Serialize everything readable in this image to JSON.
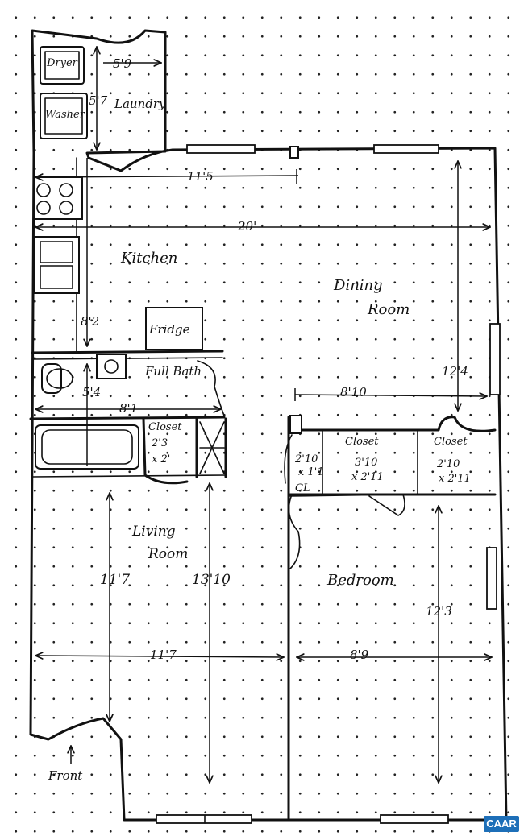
{
  "rooms": {
    "laundry": "Laundry",
    "dryer": "Dryer",
    "washer": "Washer",
    "kitchen": "Kitchen",
    "fridge": "Fridge",
    "dining_line1": "Dining",
    "dining_line2": "Room",
    "full_bath": "Full Bath",
    "living_line1": "Living",
    "living_line2": "Room",
    "bedroom": "Bedroom",
    "front": "Front"
  },
  "closets": {
    "hall_title": "Closet",
    "hall_dim1": "2'3",
    "hall_dim2": "x 2'",
    "small_dim1": "2'10",
    "small_dim2": "x 1'1",
    "small_code": "CL",
    "middle_title": "Closet",
    "middle_dim1": "3'10",
    "middle_dim2": "x 2'11",
    "right_title": "Closet",
    "right_dim1": "2'10",
    "right_dim2": "x 2'11"
  },
  "dimensions": {
    "laundry_width": "5'9",
    "laundry_depth": "5'7",
    "kitchen_width": "11'5",
    "overall_width": "20'",
    "kitchen_depth": "8'2",
    "bath_depth": "5'4",
    "bath_width": "8'1",
    "dining_width": "8'10",
    "dining_depth": "12'4",
    "living_depth_left": "11'7",
    "living_depth_right": "13'10",
    "living_width": "11'7",
    "bedroom_width": "8'9",
    "bedroom_depth": "12'3"
  },
  "badge": "CAAR"
}
